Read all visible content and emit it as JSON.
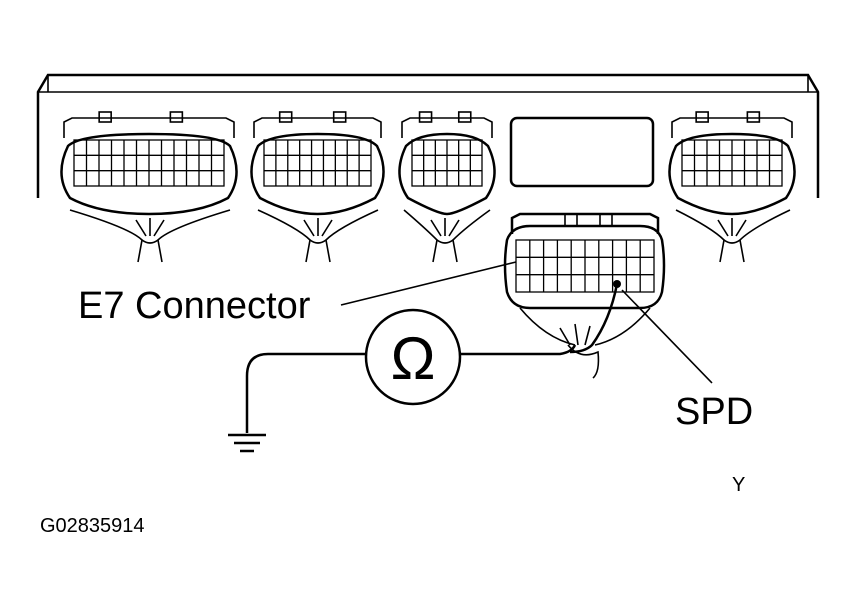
{
  "labels": {
    "connector": "E7 Connector",
    "terminal": "SPD",
    "wire_color": "Y",
    "figure_id": "G02835914"
  },
  "icons": {
    "meter": "ohmmeter-icon",
    "meter_symbol": "Ω",
    "ground": "ground-icon"
  }
}
